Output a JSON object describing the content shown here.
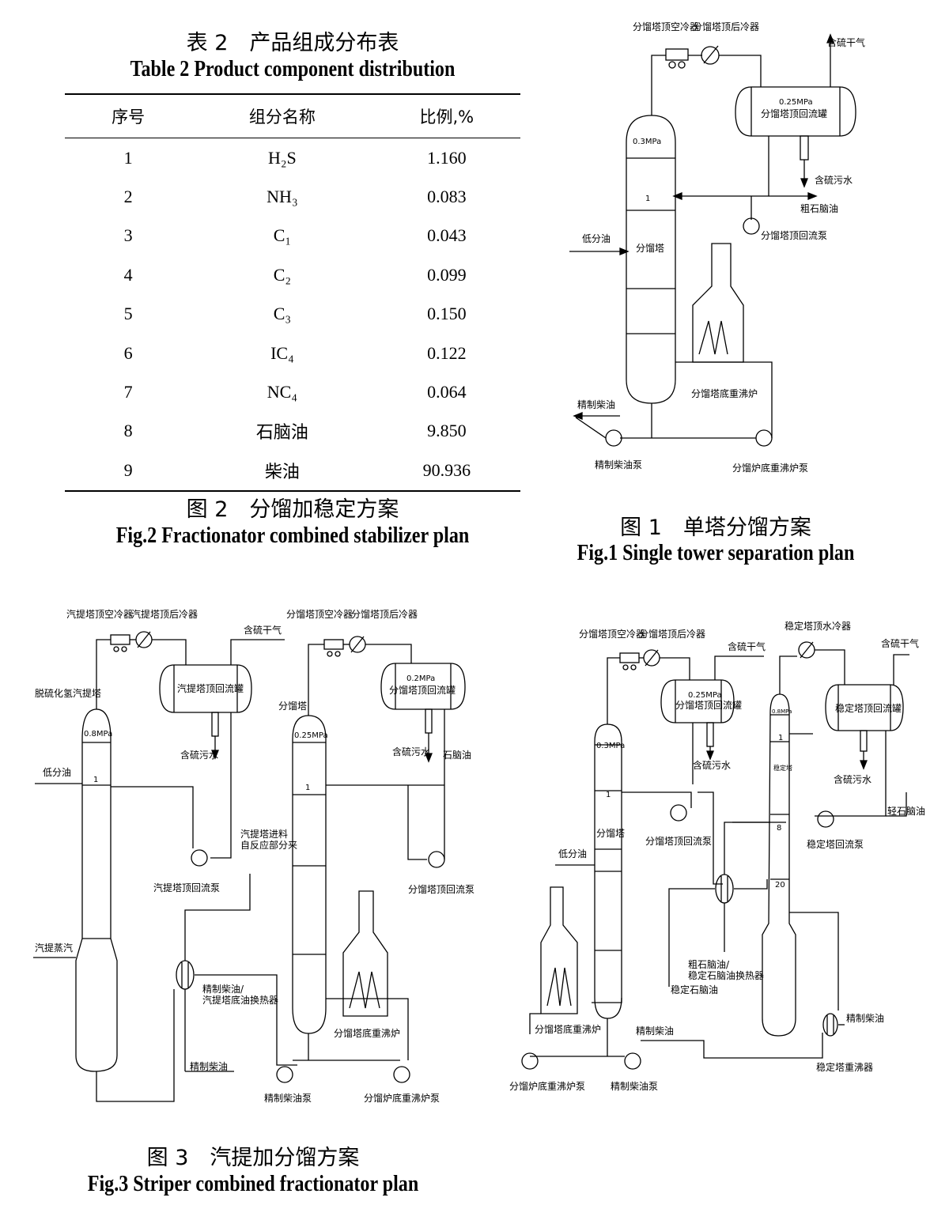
{
  "table2": {
    "title_cn": "表 2　产品组成分布表",
    "title_en": "Table 2 Product component distribution",
    "headers": [
      "序号",
      "组分名称",
      "比例,%"
    ],
    "rows": [
      [
        "1",
        "H₂S",
        "1.160"
      ],
      [
        "2",
        "NH₃",
        "0.083"
      ],
      [
        "3",
        "C₁",
        "0.043"
      ],
      [
        "4",
        "C₂",
        "0.099"
      ],
      [
        "5",
        "C₃",
        "0.150"
      ],
      [
        "6",
        "IC₄",
        "0.122"
      ],
      [
        "7",
        "NC₄",
        "0.064"
      ],
      [
        "8",
        "石脑油",
        "9.850"
      ],
      [
        "9",
        "柴油",
        "90.936"
      ]
    ]
  },
  "fig2": {
    "caption_cn": "图 2　分馏加稳定方案",
    "caption_en": "Fig.2 Fractionator combined stabilizer plan",
    "labels": {
      "air_cooler": "分馏塔顶空冷器",
      "after_cooler": "分馏塔顶后冷器",
      "sour_gas": "含硫干气",
      "drum": "分馏塔顶回流罐",
      "drum_p": "0.25MPa",
      "sour_water": "含硫污水",
      "tower_p": "0.3MPa",
      "tray1": "1",
      "tower": "分馏塔",
      "feed": "低分油",
      "reflux_pump": "分馏塔顶回流泵",
      "exchanger": "粗石脑油/\n稳定石脑油换热器",
      "stable_naphtha": "稳定石脑油",
      "furnace": "分馏塔底重沸炉",
      "furnace_pump": "分馏炉底重沸炉泵",
      "diesel_pump": "精制柴油泵",
      "diesel": "精制柴油",
      "stab_cooler": "稳定塔顶水冷器",
      "stab_gas": "含硫干气",
      "stab_drum": "稳定塔顶回流罐",
      "stab_water": "含硫污水",
      "light_naphtha": "轻石脑油",
      "stab_pump": "稳定塔回流泵",
      "stab_tower": "稳定塔",
      "stab_p": "0.8MPa",
      "t1": "1",
      "t8": "8",
      "t20": "20",
      "diesel2": "精制柴油",
      "reboiler": "稳定塔重沸器"
    }
  },
  "fig1": {
    "caption_cn": "图 1　单塔分馏方案",
    "caption_en": "Fig.1 Single tower separation plan",
    "labels": {
      "air_cooler": "分馏塔顶空冷器",
      "after_cooler": "分馏塔顶后冷器",
      "sour_gas": "含硫干气",
      "drum_p": "0.25MPa",
      "drum": "分馏塔顶回流罐",
      "tower_p": "0.3MPa",
      "sour_water": "含硫污水",
      "crude_naphtha": "粗石脑油",
      "tray1": "1",
      "reflux_pump": "分馏塔顶回流泵",
      "feed": "低分油",
      "tower": "分馏塔",
      "furnace": "分馏塔底重沸炉",
      "diesel": "精制柴油",
      "diesel_pump": "精制柴油泵",
      "furnace_pump": "分馏炉底重沸炉泵"
    }
  },
  "fig3": {
    "caption_cn": "图 3　汽提加分馏方案",
    "caption_en": "Fig.3 Striper combined fractionator plan",
    "labels": {
      "s_air_cooler": "汽提塔顶空冷器",
      "s_after_cooler": "汽提塔顶后冷器",
      "sour_gas": "含硫干气",
      "s_drum": "汽提塔顶回流罐",
      "stripper": "脱硫化氢汽提塔",
      "s_p": "0.8MPa",
      "sour_water": "含硫污水",
      "feed": "低分油",
      "s_tray1": "1",
      "s_reflux_pump": "汽提塔顶回流泵",
      "steam": "汽提蒸汽",
      "exchanger": "精制柴油/\n汽提塔底油换热器",
      "diesel": "精制柴油",
      "f_air_cooler": "分馏塔顶空冷器",
      "f_after_cooler": "分馏塔顶后冷器",
      "fractionator": "分馏塔",
      "f_p": "0.25MPa",
      "f_drum_p": "0.2MPa",
      "f_drum": "分馏塔顶回流罐",
      "f_sour_water": "含硫污水",
      "naphtha": "石脑油",
      "f_tray1": "1",
      "stripper_feed": "汽提塔进料\n自反应部分来",
      "f_reflux_pump": "分馏塔顶回流泵",
      "furnace": "分馏塔底重沸炉",
      "diesel_pump": "精制柴油泵",
      "furnace_pump": "分馏炉底重沸炉泵"
    }
  }
}
